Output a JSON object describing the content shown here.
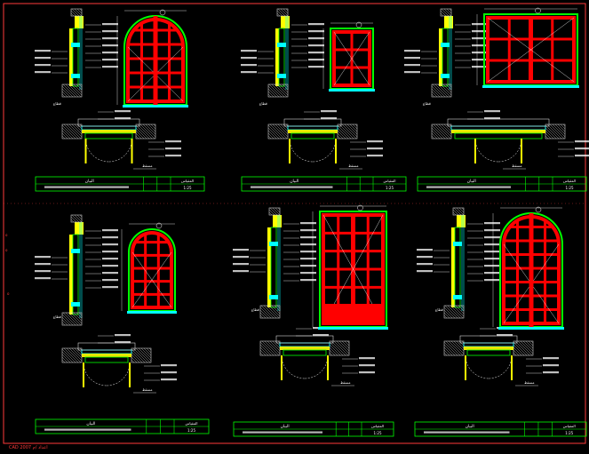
{
  "colors": {
    "background": "#000000",
    "frame": "#ff3a3a",
    "glass_red": "#ff0000",
    "frame_cyan": "#00ffff",
    "frame_green": "#00ff00",
    "wall_yellow": "#ffff00",
    "dim_white": "#ffffff",
    "hatch_white": "#d0d0d0"
  },
  "footer_label": "CAD 2007 اعداد /م",
  "details": [
    {
      "name": "detail-1",
      "title_cell": "البيان",
      "scale_cell": "المقياس",
      "scale_text": "1:25",
      "section_label": "قطاع",
      "plan_label": "مسقط",
      "door_shape": "arched-double"
    },
    {
      "name": "detail-2",
      "title_cell": "البيان",
      "scale_cell": "المقياس",
      "scale_text": "1:25",
      "section_label": "قطاع",
      "plan_label": "مسقط",
      "door_shape": "rect-single"
    },
    {
      "name": "detail-3",
      "title_cell": "البيان",
      "scale_cell": "المقياس",
      "scale_text": "1:25",
      "section_label": "قطاع",
      "plan_label": "مسقط",
      "door_shape": "rect-wide"
    },
    {
      "name": "detail-4",
      "title_cell": "البيان",
      "scale_cell": "المقياس",
      "scale_text": "1:25",
      "section_label": "قطاع",
      "plan_label": "مسقط",
      "door_shape": "arched-single"
    },
    {
      "name": "detail-5",
      "title_cell": "البيان",
      "scale_cell": "المقياس",
      "scale_text": "1:25",
      "section_label": "قطاع",
      "plan_label": "مسقط",
      "door_shape": "rect-tall-double"
    },
    {
      "name": "detail-6",
      "title_cell": "البيان",
      "scale_cell": "المقياس",
      "scale_text": "1:25",
      "section_label": "قطاع",
      "plan_label": "مسقط",
      "door_shape": "arched-tall-double"
    }
  ]
}
